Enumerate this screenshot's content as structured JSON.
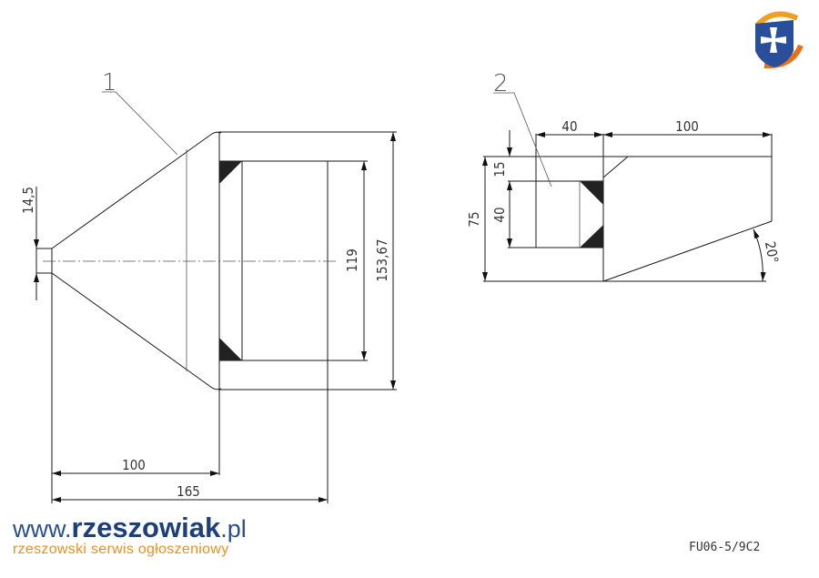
{
  "part1": {
    "label": "1",
    "dims": {
      "pipe": "14,5",
      "inner": "119",
      "outer": "153,67",
      "length_cone": "100",
      "length_total": "165"
    }
  },
  "part2": {
    "label": "2",
    "dims": {
      "width": "40",
      "length": "100",
      "top": "15",
      "opening": "40",
      "height": "75",
      "angle": "20°"
    }
  },
  "watermark": {
    "prefix": "www.",
    "brand": "rzeszowiak",
    "suffix": ".pl",
    "tagline": "rzeszowski serwis ogłoszeniowy"
  },
  "drawing_code": "FU06-5/9C2",
  "colors": {
    "brand_blue": "#1c3f7d",
    "brand_orange": "#e8901e"
  }
}
